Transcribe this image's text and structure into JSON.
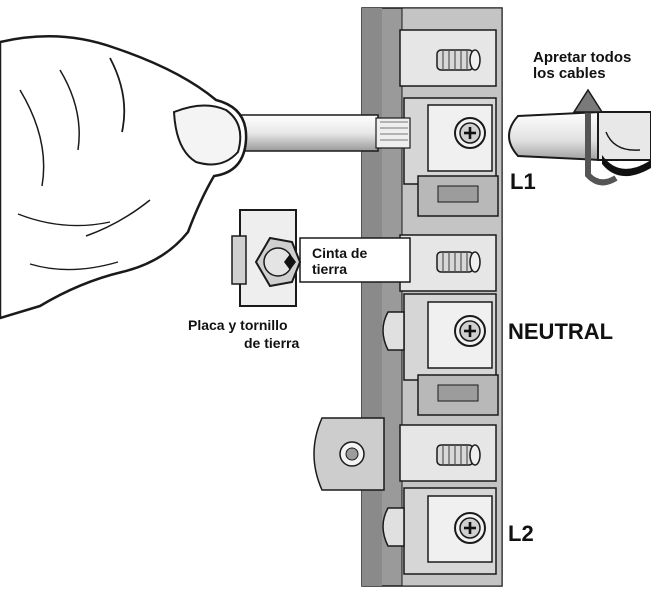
{
  "labels": {
    "tighten_line1": "Apretar todos",
    "tighten_line2": "los cables",
    "l1": "L1",
    "neutral": "NEUTRAL",
    "l2": "L2",
    "ground_strap_line1": "Cinta de",
    "ground_strap_line2": "tierra",
    "ground_plate_line1": "Placa y tornillo",
    "ground_plate_line2": "de tierra"
  },
  "colors": {
    "block_dark": "#9a9a9a",
    "block_mid": "#c4c4c4",
    "block_light": "#e6e6e6",
    "outline": "#1a1a1a"
  }
}
